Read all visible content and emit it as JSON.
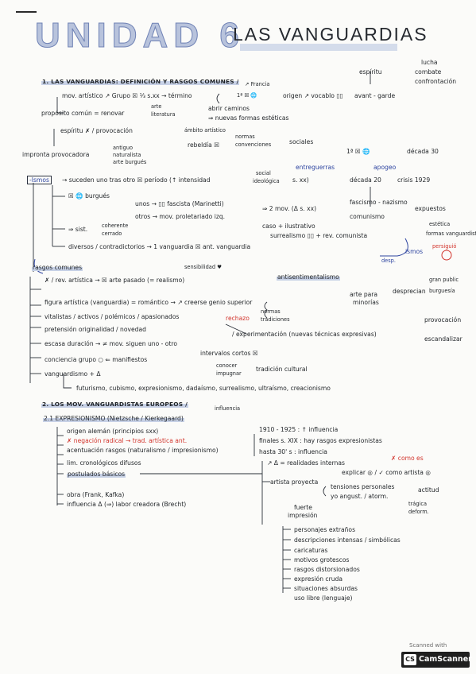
{
  "header": {
    "unit": "UNIDAD 6",
    "title": "LAS VANGUARDIAS"
  },
  "s1": {
    "heading": "1. LAS VANGUARDIAS: DEFINICIÓN Y RASGOS COMUNES /",
    "top_right": {
      "lucha": "lucha",
      "espiritu": "espíritu",
      "combate": "combate",
      "confrontacion": "confrontación",
      "avant": "avant - garde"
    },
    "line1": "mov. artístico ↗ Grupo ☒ ⅓ s.xx → término",
    "francia": "↗ Francia",
    "e1": "1ª ☒ 🌐",
    "origen": "origen ↗ vocablo ▯▯",
    "line2": "propósito común = renovar",
    "arte": "arte",
    "literatura": "literatura",
    "abrir": "abrir caminos",
    "nuevas": "⇒ nuevas formas estéticas",
    "espiritu_prov": "espíritu ✗ / provocación",
    "ambito": "ámbito artístico",
    "normas": "normas",
    "rebeldia": "rebeldía ☒",
    "convenciones": "convenciones",
    "sociales": "sociales",
    "impronta": "impronta provocadora",
    "antiguo": "antiguo",
    "naturalista": "naturalista",
    "burgues": "arte burgués",
    "war1": "1ª ☒ 🌐",
    "decada30": "década 30",
    "entreguerras": "entreguerras",
    "apogeo": "apogeo",
    "ismos": "-Ismos",
    "ismos_line": "→ suceden uno tras otro ☒ período (↑ intensidad",
    "social": "social",
    "ideologica": "ideológica",
    "sxx": "s. xx)",
    "decada20": "década 20",
    "crisis": "crisis 1929",
    "burgues2": "☒ 🌐 burgués",
    "unos": "unos → ▯▯ fascista (Marinetti)",
    "otros": "otros → mov. proletariado izq.",
    "dosmov": "⇒ 2 mov. (Δ s. xx)",
    "fascismo": "fascismo - nazismo",
    "comunismo": "comunismo",
    "expuestos": "expuestos",
    "estetica": "estética",
    "formas_vang": "formas vanguardista",
    "persiguio": "persiguió",
    "caso": "caso + ilustrativo",
    "surrealismo": "surrealismo ▯▯ + rev. comunista",
    "sist": "⇒ sist.",
    "coherente": "coherente",
    "cerrado": "cerrado",
    "diversos": "diversos / contradictorios → 1 vanguardia ☒ ant. vanguardia",
    "desp": "desp.",
    "ismos2": "ismos",
    "rasgos": "rasgos comunes",
    "sensibilidad": "sensibilidad ♥",
    "rev": "✗ / rev. artística → ☒ arte pasado (= realismo)",
    "antisent": "antisentimentalismo",
    "gran_public": "gran public",
    "burguesia": "burguesía",
    "arte_para": "arte para",
    "minorias": "minorías",
    "desprecian": "desprecian",
    "figura": "figura artística (vanguardia) = romántico → ↗ creerse genio superior",
    "vitalistas": "vitalistas / activos / polémicos / apasionados",
    "rechazo": "rechazo",
    "normas2": "normas",
    "tradiciones": "tradiciones",
    "provocacion": "provocación",
    "escandalizar": "escandalizar",
    "pretension": "pretensión originalidad / novedad",
    "experim": "/ experimentación (nuevas técnicas expresivas)",
    "escasa": "escasa duración → ≠ mov. siguen uno - otro",
    "intervalos": "intervalos cortos ☒",
    "conciencia": "conciencia grupo ○ ⇐ manifiestos",
    "conocer": "conocer",
    "impugnar": "impugnar",
    "tradicion": "tradición cultural",
    "vanguardismo": "vanguardismo + Δ",
    "futurismo": "futurismo, cubismo, expresionismo, dadaísmo, surrealismo, ultraísmo, creacionismo"
  },
  "s2": {
    "heading": "2. LOS MOV. VANGUARDISTAS EUROPEOS /",
    "influencia": "influencia",
    "sub": "2.1 EXPRESIONISMO (Nietzsche / Kierkegaard)",
    "origen": "origen alemán (principios sxx)",
    "negacion": "✗ negación radical → trad. artística ant.",
    "acentuacion": "acentuación rasgos (naturalismo / impresionismo)",
    "lim": "lim. cronológicos difusos",
    "postulados": "postulados básicos",
    "obra": "obra (Frank, Kafka)",
    "influencia_ant": "influencia Δ (⇒) labor creadora (Brecht)",
    "d1910": "1910 - 1925 : ↑ influencia",
    "finales": "finales s. XIX : hay rasgos expresionistas",
    "hasta": "hasta 30' s : influencia",
    "realidades": "↗ Δ = realidades internas",
    "como_es": "✗ como es",
    "explicar": "explicar ◎ / ✓ como artista ◎",
    "artista": "artista proyecta",
    "tensiones": "tensiones personales",
    "angust": "yo angust. / atorm.",
    "actitud": "actitud",
    "tragica": "trágica",
    "deform": "deform.",
    "fuerte": "fuerte",
    "impresion": "impresión",
    "personajes": "personajes extraños",
    "descripciones": "descripciones intensas / simbólicas",
    "caricaturas": "caricaturas",
    "motivos": "motivos grotescos",
    "rasgos": "rasgos distorsionados",
    "expresion": "expresión cruda",
    "situaciones": "situaciones absurdas",
    "uso": "uso libre (lenguaje)"
  },
  "scanner": {
    "scanned_with": "Scanned with",
    "cs": "CS",
    "brand": "CamScanner"
  }
}
